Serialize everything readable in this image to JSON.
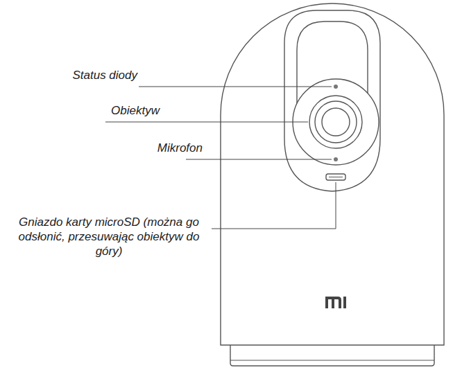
{
  "diagram": {
    "labels": [
      "Status diody",
      "Obiektyw",
      "Mikrofon",
      "Gniazdo karty microSD (można go odsłonić, przesuwając obiektyw do góry)"
    ]
  }
}
